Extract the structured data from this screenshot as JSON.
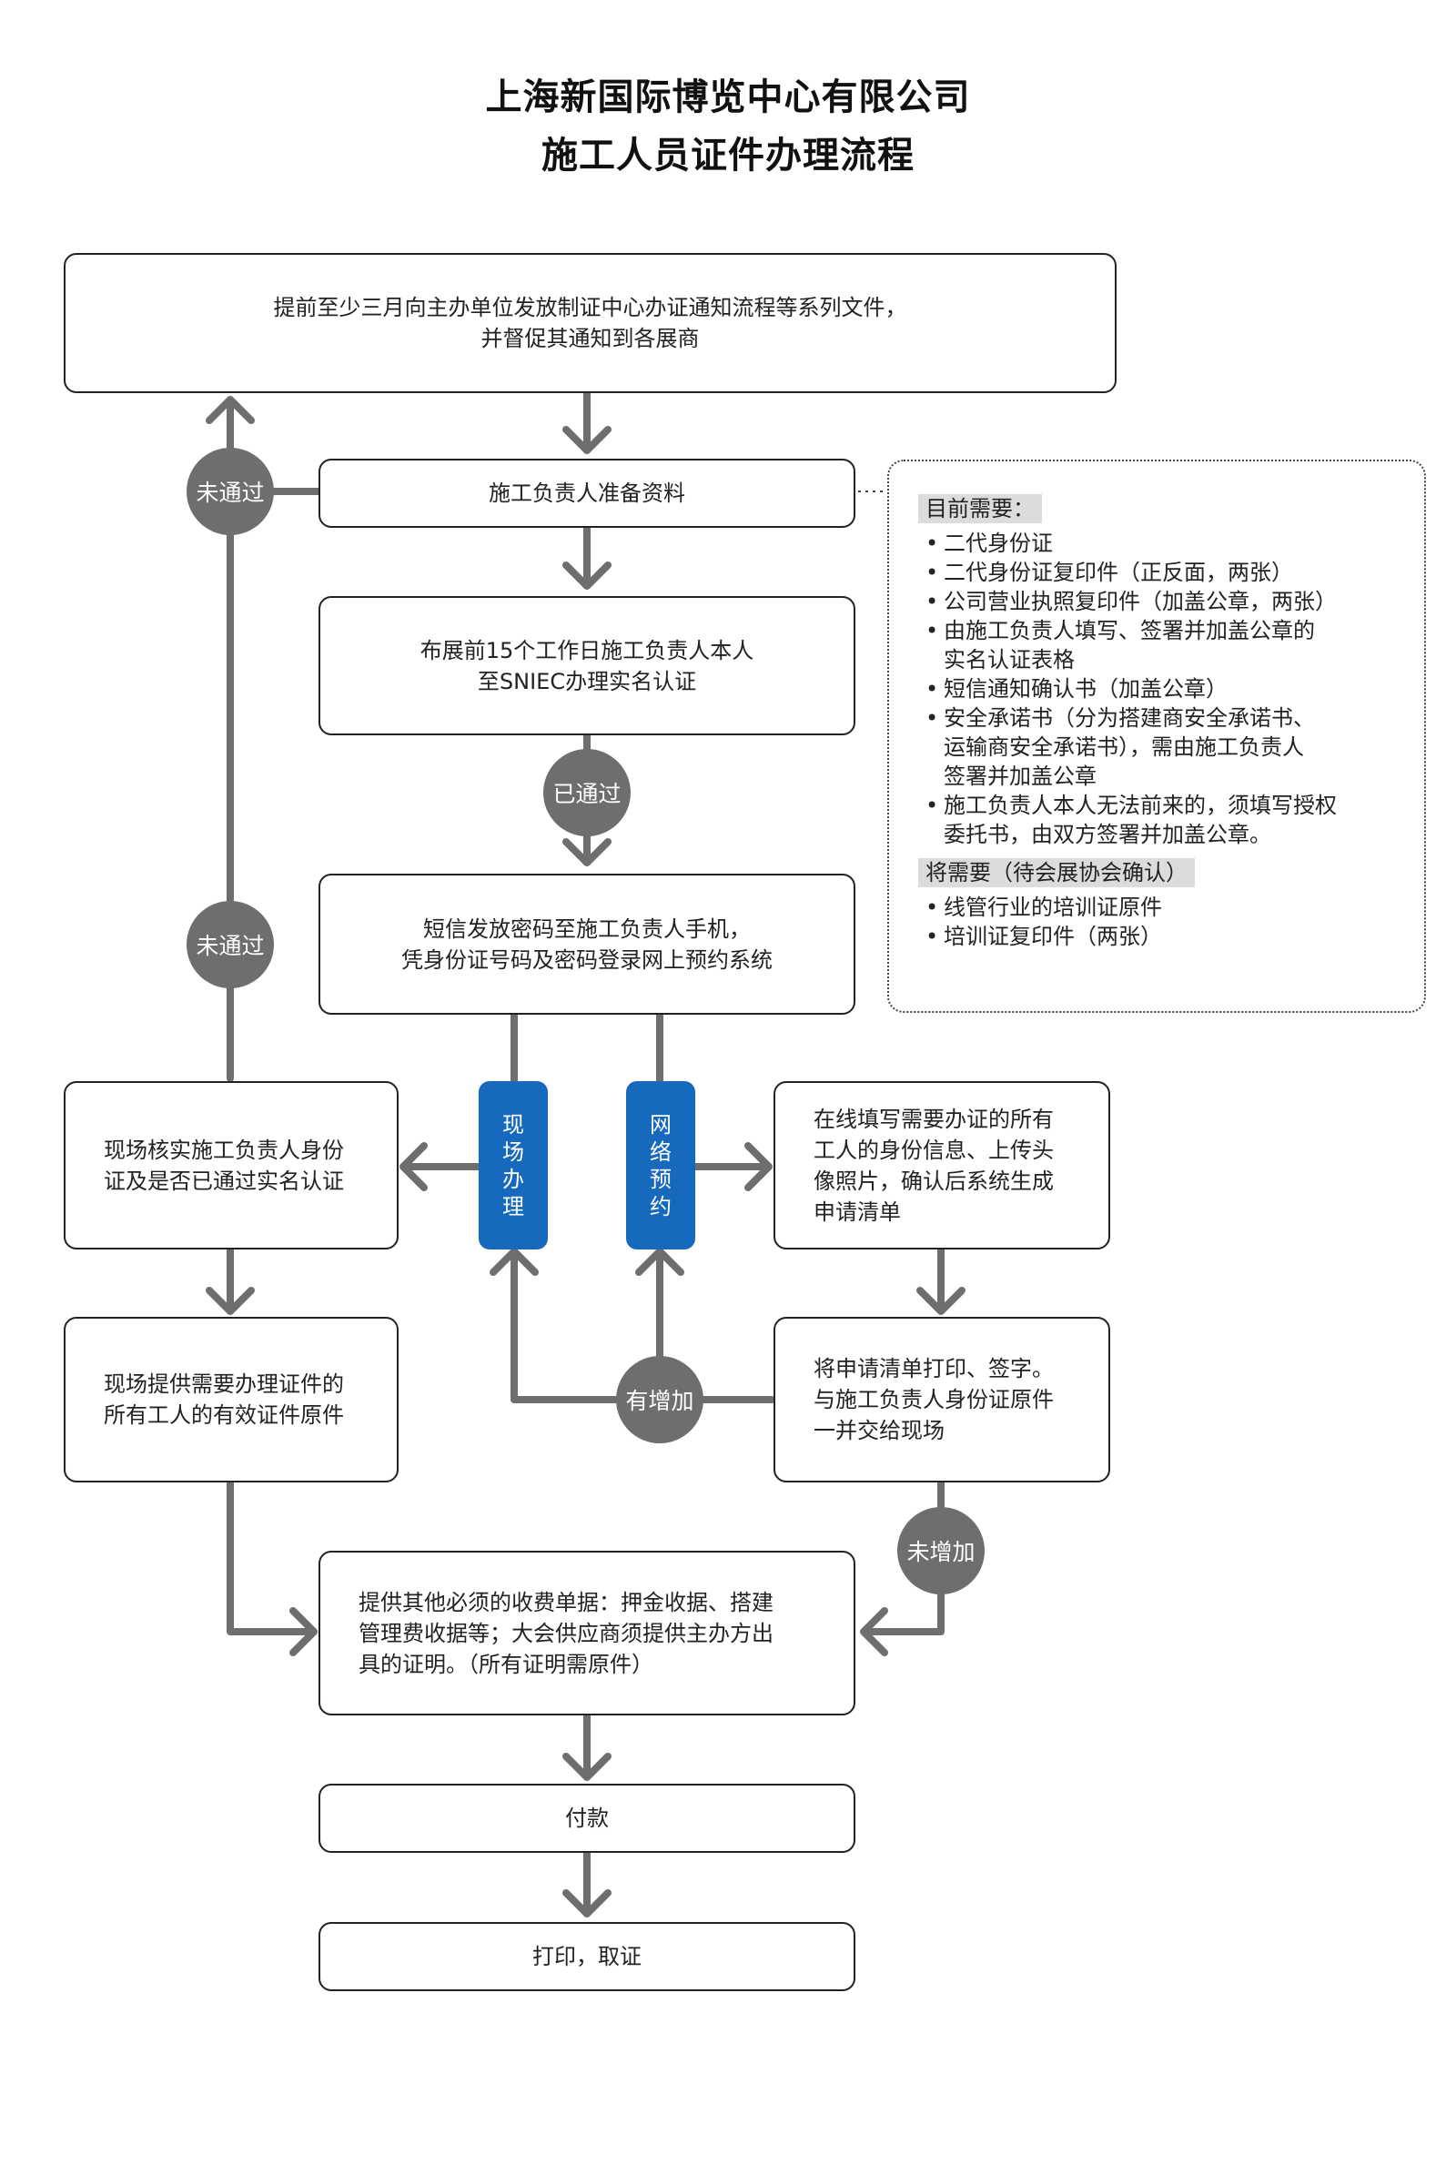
{
  "title": {
    "line1": "上海新国际博览中心有限公司",
    "line2": "施工人员证件办理流程"
  },
  "steps": {
    "notify": "提前至少三月向主办单位发放制证中心办证通知流程等系列文件，\n并督促其通知到各展商",
    "prepare": "施工负责人准备资料",
    "realname": "布展前15个工作日施工负责人本人\n至SNIEC办理实名认证",
    "sms": "短信发放密码至施工负责人手机，\n凭身份证号码及密码登录网上预约系统",
    "onsite_verify": "现场核实施工负责人身份\n证及是否已通过实名认证",
    "online_fill": "在线填写需要办证的所有\n工人的身份信息、上传头\n像照片，确认后系统生成\n申请清单",
    "onsite_docs": "现场提供需要办理证件的\n所有工人的有效证件原件",
    "print_sign": "将申请清单打印、签字。\n与施工负责人身份证原件\n一并交给现场",
    "fees": "提供其他必须的收费单据：押金收据、搭建\n管理费收据等；大会供应商须提供主办方出\n具的证明。（所有证明需原件）",
    "pay": "付款",
    "collect": "打印，取证"
  },
  "decisions": {
    "not_passed_1": "未通过",
    "not_passed_2": "未通过",
    "passed": "已通过",
    "added": "有增加",
    "not_added": "未增加"
  },
  "modes": {
    "onsite": "现场办理",
    "online": "网络预约"
  },
  "requirements": {
    "current_heading": "目前需要：",
    "current_items": [
      "二代身份证",
      "二代身份证复印件（正反面，两张）",
      "公司营业执照复印件（加盖公章，两张）",
      "由施工负责人填写、签署并加盖公章的\n实名认证表格",
      "短信通知确认书（加盖公章）",
      "安全承诺书（分为搭建商安全承诺书、\n运输商安全承诺书），需由施工负责人\n签署并加盖公章",
      "施工负责人本人无法前来的，须填写授权\n委托书，由双方签署并加盖公章。"
    ],
    "future_heading": "将需要（待会展协会确认）",
    "future_items": [
      "线管行业的培训证原件",
      "培训证复印件（两张）"
    ]
  },
  "colors": {
    "connector": "#6e6e6e",
    "decision_circle": "#6e6e6e",
    "mode_pill": "#1769bd",
    "box_border": "#222222"
  }
}
